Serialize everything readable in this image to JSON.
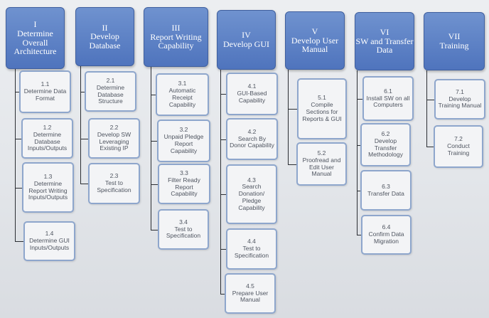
{
  "phases": [
    {
      "num": "I",
      "title": "Determine Overall Architecture",
      "tasks": [
        {
          "num": "1.1",
          "label": "Determine Data Format"
        },
        {
          "num": "1.2",
          "label": "Determine Database Inputs/Outputs"
        },
        {
          "num": "1.3",
          "label": "Determine Report Writing Inputs/Outputs"
        },
        {
          "num": "1.4",
          "label": "Determine GUI Inputs/Outputs"
        }
      ]
    },
    {
      "num": "II",
      "title": "Develop Database",
      "tasks": [
        {
          "num": "2.1",
          "label": "Determine Database Structure"
        },
        {
          "num": "2.2",
          "label": "Develop SW Leveraging Existing IP"
        },
        {
          "num": "2.3",
          "label": "Test to Specification"
        }
      ]
    },
    {
      "num": "III",
      "title": "Report Writing Capability",
      "tasks": [
        {
          "num": "3.1",
          "label": "Automatic Receipt Capability"
        },
        {
          "num": "3.2",
          "label": "Unpaid Pledge Report Capability"
        },
        {
          "num": "3.3",
          "label": "Filter Ready Report Capability"
        },
        {
          "num": "3.4",
          "label": "Test to Specification"
        }
      ]
    },
    {
      "num": "IV",
      "title": "Develop GUI",
      "tasks": [
        {
          "num": "4.1",
          "label": "GUI-Based Capability"
        },
        {
          "num": "4.2",
          "label": "Search By Donor Capability"
        },
        {
          "num": "4.3",
          "label": "Search Donation/ Pledge Capability"
        },
        {
          "num": "4.4",
          "label": "Test to Specification"
        },
        {
          "num": "4.5",
          "label": "Prepare User Manual"
        }
      ]
    },
    {
      "num": "V",
      "title": "Develop User Manual",
      "tasks": [
        {
          "num": "5.1",
          "label": "Compile Sections for Reports & GUI"
        },
        {
          "num": "5.2",
          "label": "Proofread and Edit User Manual"
        }
      ]
    },
    {
      "num": "VI",
      "title": "SW and Transfer Data",
      "tasks": [
        {
          "num": "6.1",
          "label": "Install SW on all Computers"
        },
        {
          "num": "6.2",
          "label": "Develop Transfer Methodology"
        },
        {
          "num": "6.3",
          "label": "Transfer Data"
        },
        {
          "num": "6.4",
          "label": "Confirm Data Migration"
        }
      ]
    },
    {
      "num": "VII",
      "title": "Training",
      "tasks": [
        {
          "num": "7.1",
          "label": "Develop Training Manual"
        },
        {
          "num": "7.2",
          "label": "Conduct Training"
        }
      ]
    }
  ]
}
